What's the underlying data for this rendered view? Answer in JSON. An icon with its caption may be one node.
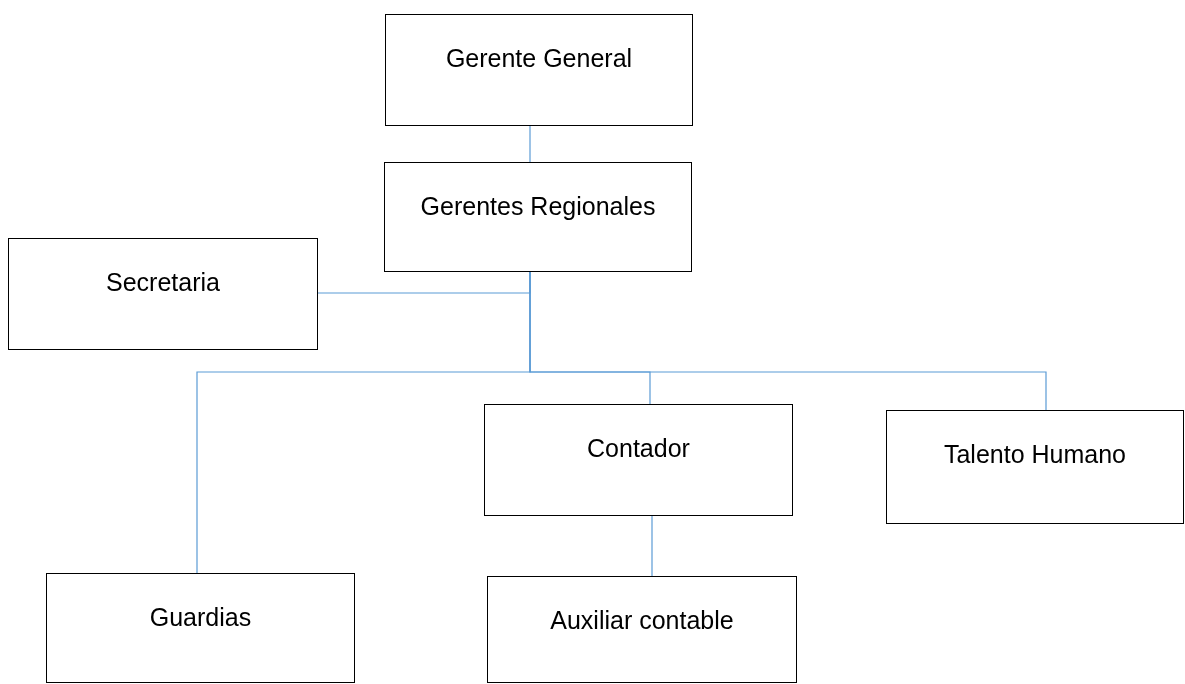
{
  "diagram": {
    "nodes": [
      {
        "text": [
          "Gerente General"
        ]
      },
      {
        "text": [
          "Gerentes Regionales"
        ]
      },
      {
        "text": [
          "Secretaria"
        ]
      },
      {
        "text": [
          "Contador"
        ]
      },
      {
        "text": [
          "Talento Humano"
        ]
      },
      {
        "text": [
          "Guardias"
        ]
      },
      {
        "text": [
          "Auxiliar contable"
        ]
      }
    ],
    "edges": [
      {
        "from": 0,
        "to": 1,
        "arrow": "none"
      },
      {
        "from": 1,
        "to": 2,
        "arrow": "none"
      },
      {
        "from": 1,
        "to": 5,
        "arrow": "none"
      },
      {
        "from": 1,
        "to": 3,
        "arrow": "none"
      },
      {
        "from": 1,
        "to": 4,
        "arrow": "none"
      },
      {
        "from": 3,
        "to": 6,
        "arrow": "none"
      }
    ]
  }
}
